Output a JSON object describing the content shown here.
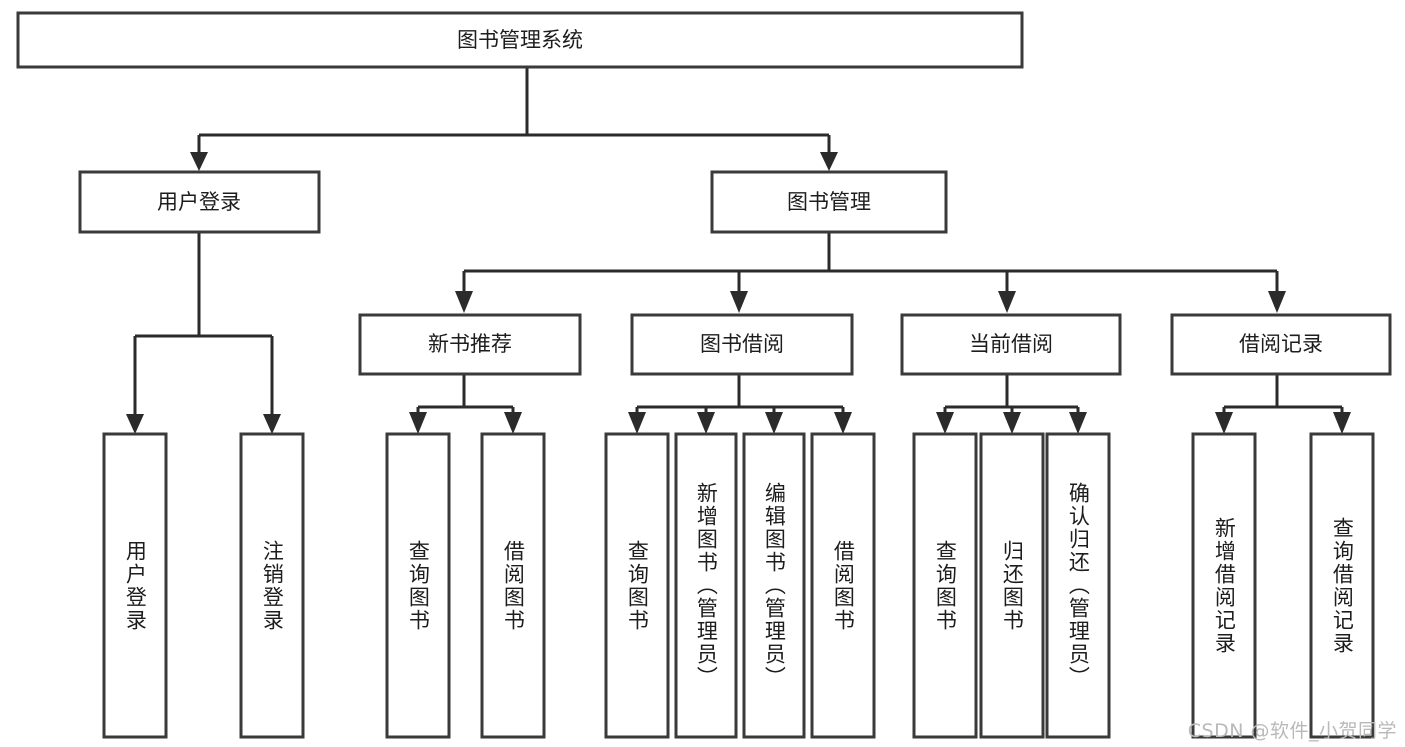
{
  "diagram": {
    "type": "tree-hierarchy",
    "title": "图书管理系统",
    "root": {
      "label": "图书管理系统",
      "id": "root-system"
    },
    "level2": [
      {
        "id": "user-login",
        "label": "用户登录"
      },
      {
        "id": "book-manage",
        "label": "图书管理"
      }
    ],
    "level3": [
      {
        "id": "new-book-recommend",
        "label": "新书推荐",
        "parent": "book-manage"
      },
      {
        "id": "book-borrow",
        "label": "图书借阅",
        "parent": "book-manage"
      },
      {
        "id": "current-borrow",
        "label": "当前借阅",
        "parent": "book-manage"
      },
      {
        "id": "borrow-record",
        "label": "借阅记录",
        "parent": "book-manage"
      }
    ],
    "leaves": {
      "user_login": [
        {
          "id": "leaf-user-login",
          "label": "用户登录"
        },
        {
          "id": "leaf-user-logout",
          "label": "注销登录"
        }
      ],
      "new_book_recommend": [
        {
          "id": "leaf-query-book-1",
          "label": "查询图书"
        },
        {
          "id": "leaf-borrow-book-1",
          "label": "借阅图书"
        }
      ],
      "book_borrow": [
        {
          "id": "leaf-query-book-2",
          "label": "查询图书"
        },
        {
          "id": "leaf-add-book",
          "label": "新增图书（管理员）"
        },
        {
          "id": "leaf-edit-book",
          "label": "编辑图书（管理员）"
        },
        {
          "id": "leaf-borrow-book-2",
          "label": "借阅图书"
        }
      ],
      "current_borrow": [
        {
          "id": "leaf-query-book-3",
          "label": "查询图书"
        },
        {
          "id": "leaf-return-book",
          "label": "归还图书"
        },
        {
          "id": "leaf-confirm-return",
          "label": "确认归还（管理员）"
        }
      ],
      "borrow_record": [
        {
          "id": "leaf-add-record",
          "label": "新增借阅记录"
        },
        {
          "id": "leaf-query-record",
          "label": "查询借阅记录"
        }
      ]
    }
  },
  "watermark": {
    "text": "CSDN @软件_小贺同学"
  },
  "colors": {
    "box_stroke": "#3a3a3a",
    "connector": "#2b2b2b",
    "text": "#1d1d1d",
    "background": "#ffffff",
    "watermark": "#b9b9b9"
  }
}
